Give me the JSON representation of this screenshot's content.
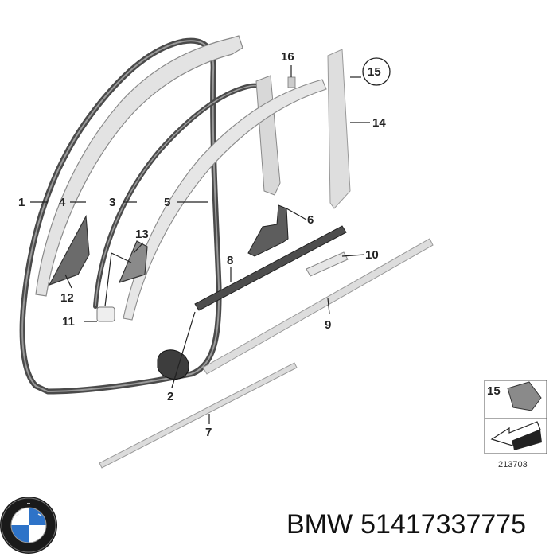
{
  "labels": {
    "l1": "1",
    "l2": "2",
    "l3": "3",
    "l4": "4",
    "l5": "5",
    "l6": "6",
    "l7": "7",
    "l8": "8",
    "l9": "9",
    "l10": "10",
    "l11": "11",
    "l12": "12",
    "l13": "13",
    "l14": "14",
    "l15": "15",
    "l16": "16"
  },
  "inset": {
    "label": "15",
    "code": "213703"
  },
  "footer": {
    "brand": "BMW",
    "part_number": "51417337775"
  },
  "colors": {
    "ink": "#222222",
    "seal": "#4a4a4a",
    "trim": "#d9d9d9",
    "part_dark": "#555555"
  }
}
